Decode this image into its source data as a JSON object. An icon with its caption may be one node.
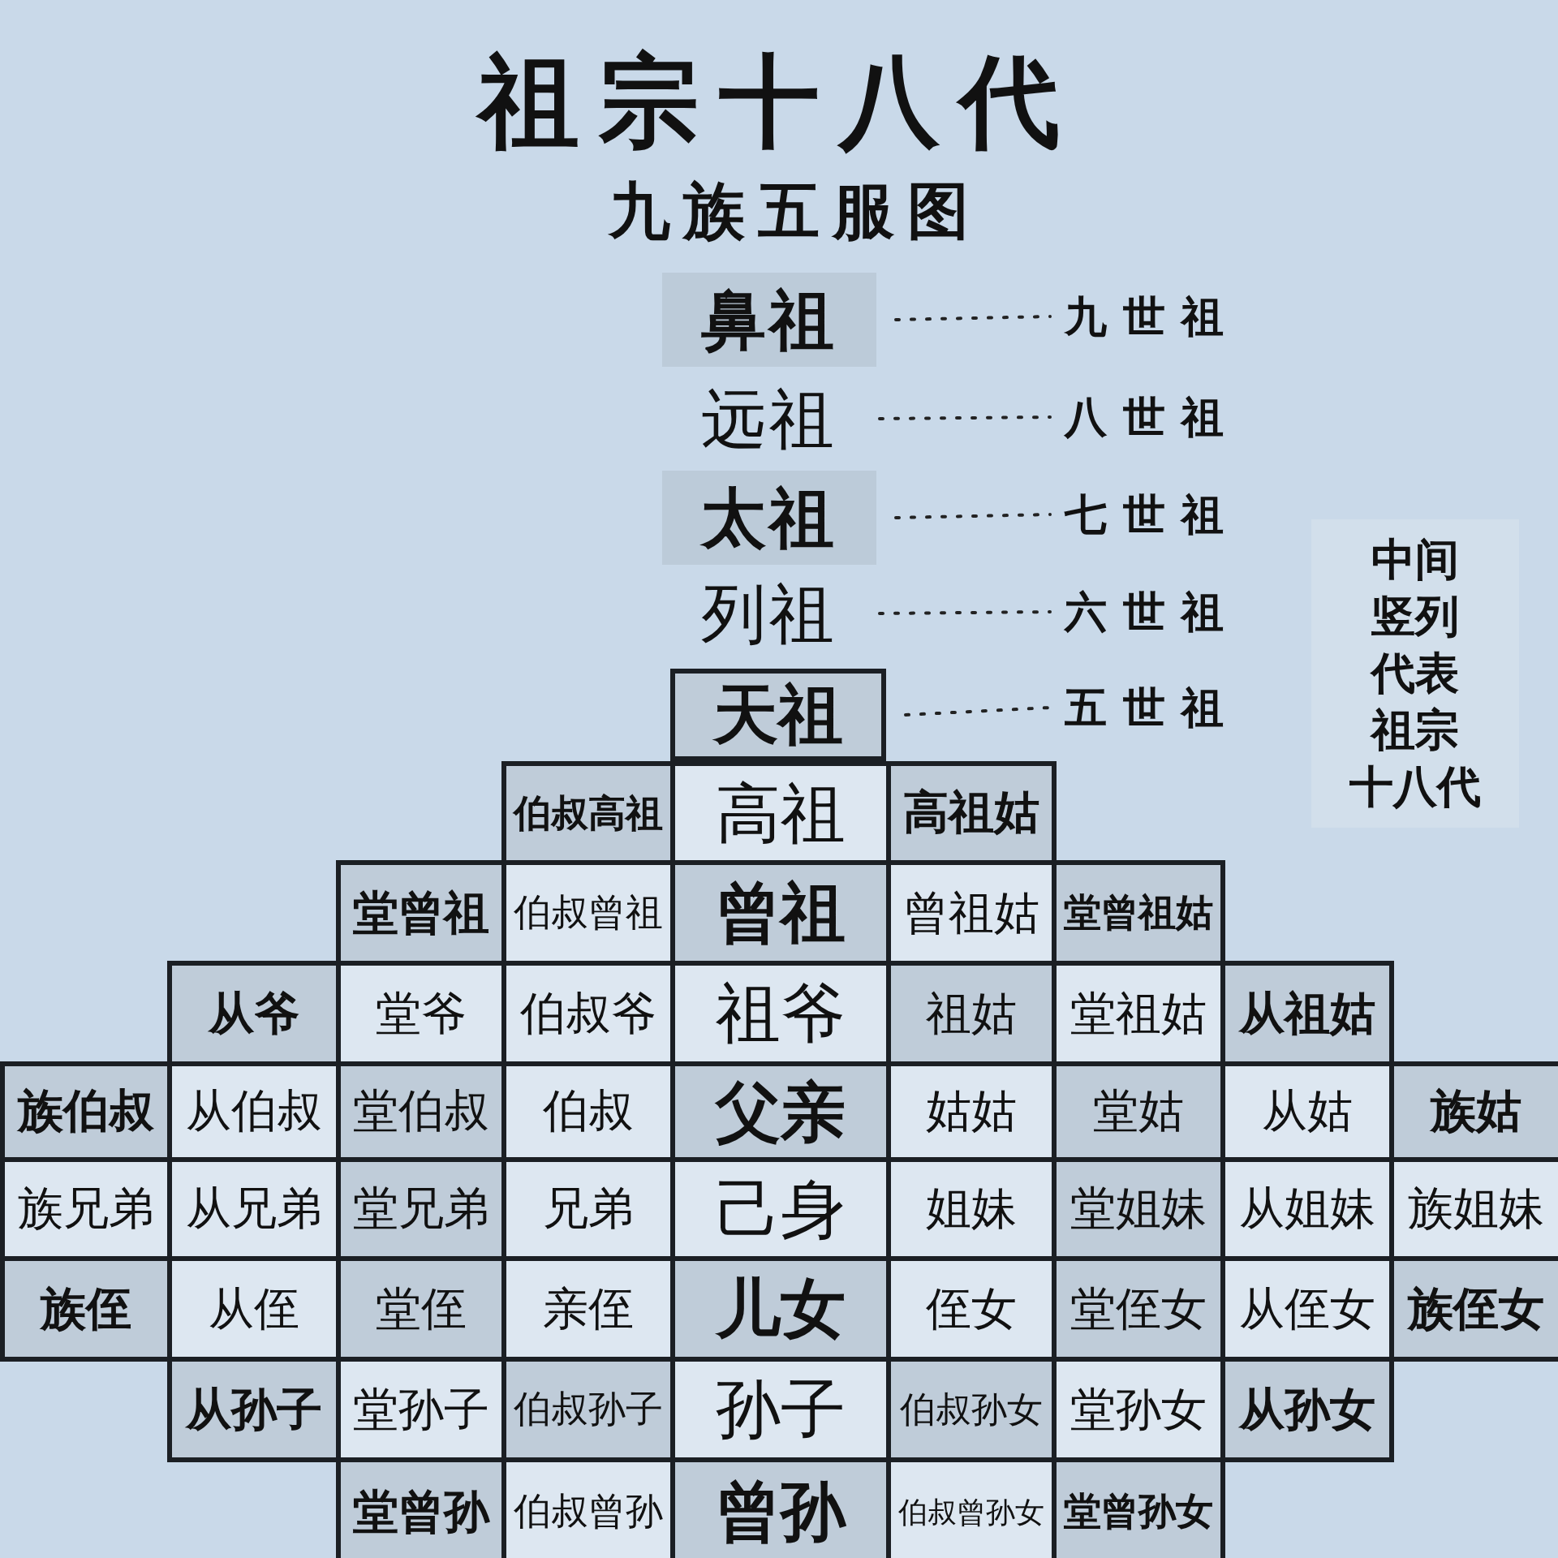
{
  "diagram": {
    "title": "祖宗十八代",
    "nodes": [
      {
        "text": [
          "鼻祖"
        ]
      },
      {
        "text": [
          "九世祖"
        ]
      },
      {
        "text": [
          "远祖"
        ]
      },
      {
        "text": [
          "八世祖"
        ]
      },
      {
        "text": [
          "太祖"
        ]
      },
      {
        "text": [
          "七世祖"
        ]
      },
      {
        "text": [
          "列祖"
        ]
      },
      {
        "text": [
          "六世祖"
        ]
      },
      {
        "text": [
          "天祖"
        ]
      },
      {
        "text": [
          "五世祖"
        ]
      },
      {
        "text": [
          "中间竖列代表祖宗十八代"
        ]
      },
      {
        "text": [
          "伯叔高祖"
        ]
      },
      {
        "text": [
          "高祖"
        ]
      },
      {
        "text": [
          "高祖姑"
        ]
      },
      {
        "text": [
          "堂曾祖"
        ]
      },
      {
        "text": [
          "伯叔曾祖"
        ]
      },
      {
        "text": [
          "曾祖"
        ]
      },
      {
        "text": [
          "曾祖姑"
        ]
      },
      {
        "text": [
          "堂曾祖姑"
        ]
      },
      {
        "text": [
          "从爷"
        ]
      },
      {
        "text": [
          "堂爷"
        ]
      },
      {
        "text": [
          "伯叔爷"
        ]
      },
      {
        "text": [
          "祖爷"
        ]
      },
      {
        "text": [
          "祖姑"
        ]
      },
      {
        "text": [
          "堂祖姑"
        ]
      },
      {
        "text": [
          "从祖姑"
        ]
      },
      {
        "text": [
          "族伯叔"
        ]
      },
      {
        "text": [
          "从伯叔"
        ]
      },
      {
        "text": [
          "堂伯叔"
        ]
      },
      {
        "text": [
          "伯叔"
        ]
      },
      {
        "text": [
          "父亲"
        ]
      },
      {
        "text": [
          "姑姑"
        ]
      },
      {
        "text": [
          "堂姑"
        ]
      },
      {
        "text": [
          "从姑"
        ]
      },
      {
        "text": [
          "族姑"
        ]
      },
      {
        "text": [
          "族兄弟"
        ]
      },
      {
        "text": [
          "从兄弟"
        ]
      },
      {
        "text": [
          "堂兄弟"
        ]
      },
      {
        "text": [
          "兄弟"
        ]
      },
      {
        "text": [
          "己身"
        ]
      },
      {
        "text": [
          "姐妹"
        ]
      },
      {
        "text": [
          "堂姐妹"
        ]
      },
      {
        "text": [
          "从姐妹"
        ]
      },
      {
        "text": [
          "族姐妹"
        ]
      },
      {
        "text": [
          "族侄"
        ]
      },
      {
        "text": [
          "从侄"
        ]
      },
      {
        "text": [
          "堂侄"
        ]
      },
      {
        "text": [
          "亲侄"
        ]
      },
      {
        "text": [
          "儿女"
        ]
      },
      {
        "text": [
          "侄女"
        ]
      },
      {
        "text": [
          "堂侄女"
        ]
      },
      {
        "text": [
          "从侄女"
        ]
      },
      {
        "text": [
          "族侄女"
        ]
      },
      {
        "text": [
          "从孙子"
        ]
      },
      {
        "text": [
          "堂孙子"
        ]
      },
      {
        "text": [
          "伯叔孙子"
        ]
      },
      {
        "text": [
          "孙子"
        ]
      },
      {
        "text": [
          "伯叔孙女"
        ]
      },
      {
        "text": [
          "堂孙女"
        ]
      },
      {
        "text": [
          "从孙女"
        ]
      },
      {
        "text": [
          "堂曾孙"
        ]
      },
      {
        "text": [
          "伯叔曾孙"
        ]
      },
      {
        "text": [
          "曾孙"
        ]
      },
      {
        "text": [
          "伯叔曾孙女"
        ]
      },
      {
        "text": [
          "堂曾孙女"
        ]
      }
    ],
    "edges": [
      {
        "from": 0,
        "to": 1,
        "arrow": "none",
        "style": "dashed"
      },
      {
        "from": 2,
        "to": 3,
        "arrow": "none",
        "style": "dashed"
      },
      {
        "from": 4,
        "to": 5,
        "arrow": "none",
        "style": "dashed"
      },
      {
        "from": 6,
        "to": 7,
        "arrow": "none",
        "style": "dashed"
      },
      {
        "from": 8,
        "to": 9,
        "arrow": "none",
        "style": "dashed"
      }
    ],
    "labels": [
      "九族五服图"
    ]
  }
}
